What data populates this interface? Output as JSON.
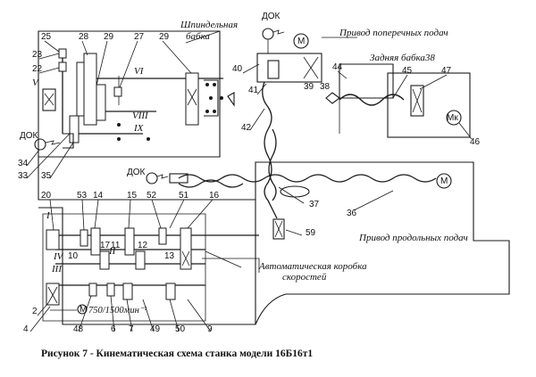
{
  "headings": {
    "spindle_head": "Шпиндельная бабка",
    "cross_feed": "Привод поперечных подач",
    "tailstock": "Задняя бабка38",
    "long_feed": "Привод продольных подач",
    "gearbox": "Автоматическая коробка скоростей"
  },
  "motor_speed": "750/1500мин⁻¹",
  "motor_symbol": "M",
  "motor_mk": "Mк",
  "dok": "ДОК",
  "caption": "Рисунок 7 - Кинематическая схема станка модели 16Б16т1",
  "roman": {
    "I": "I",
    "II": "II",
    "III": "III",
    "IV": "IV",
    "V": "V",
    "VI": "VI",
    "VIII": "VIII",
    "IX": "IX"
  },
  "numbers": {
    "n2": "2",
    "n4": "4",
    "n6": "6",
    "n7": "7",
    "n9": "9",
    "n10": "10",
    "n11": "11",
    "n12": "12",
    "n13": "13",
    "n14": "14",
    "n15": "15",
    "n16": "16",
    "n17": "17",
    "n20": "20",
    "n22": "22",
    "n23": "23",
    "n25": "25",
    "n27": "27",
    "n28": "28",
    "n29a": "29",
    "n29b": "29",
    "n33": "33",
    "n34": "34",
    "n35": "35",
    "n36": "36",
    "n37": "37",
    "n38": "38",
    "n39": "39",
    "n40": "40",
    "n41": "41",
    "n42": "42",
    "n44": "44",
    "n45": "45",
    "n46": "46",
    "n47": "47",
    "n48": "48",
    "n49": "49",
    "n50": "50",
    "n51": "51",
    "n52": "52",
    "n53": "53",
    "n59": "59"
  }
}
